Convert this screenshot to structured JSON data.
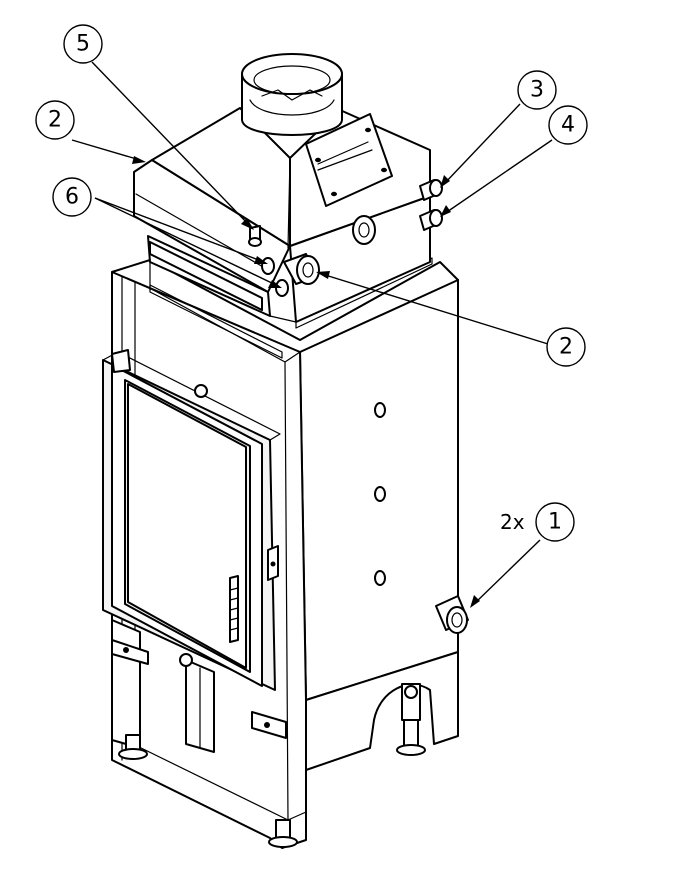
{
  "callouts": [
    {
      "id": "c5",
      "number": "5"
    },
    {
      "id": "c2a",
      "number": "2"
    },
    {
      "id": "c6",
      "number": "6"
    },
    {
      "id": "c3",
      "number": "3"
    },
    {
      "id": "c4",
      "number": "4"
    },
    {
      "id": "c2b",
      "number": "2"
    },
    {
      "id": "c1",
      "number": "1",
      "prefix": "2x"
    }
  ]
}
